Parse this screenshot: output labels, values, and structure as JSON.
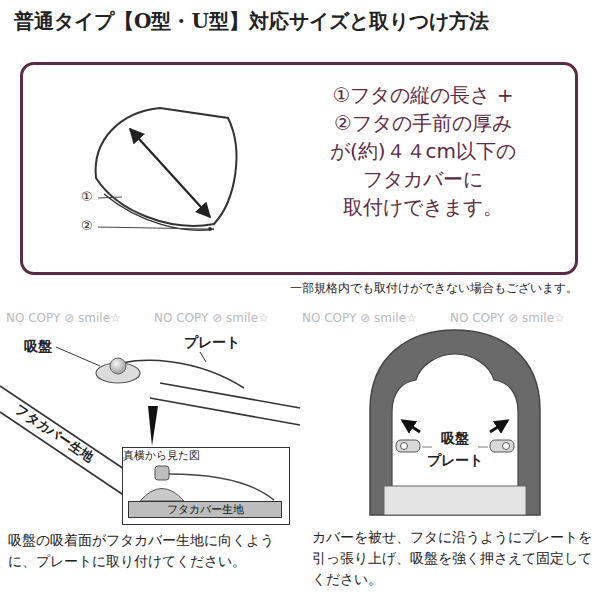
{
  "diagram": {
    "title": "普通タイプ【O型・U型】対応サイズと取りつけ方法",
    "nodes": [
      {
        "text": [
          "①フタの縦の長さ + ②フタの手前の厚み が(約)４４cm以下の フタカバーに 取付けできます。"
        ]
      },
      {
        "text": [
          "真横から見た図"
        ]
      },
      {
        "text": [
          "フタカバー生地"
        ],
        "in": 1
      }
    ],
    "labels": [
      "①",
      "②",
      "一部規格内でも取付けができない場合もございます。",
      "NO COPY ⊘ smile☆",
      "NO COPY ⊘ smile☆",
      "NO COPY ⊘ smile☆",
      "NO COPY ⊘ smile☆",
      "吸盤",
      "プレート",
      "フタカバー生地",
      "吸盤の吸着面がフタカバー生地に向くように、プレートに取り付けてください。",
      "吸盤",
      "プレート",
      "カバーを被せ、フタに沿うようにプレートを引っ張り上げ、吸盤を強く押さえて固定してください。"
    ]
  }
}
